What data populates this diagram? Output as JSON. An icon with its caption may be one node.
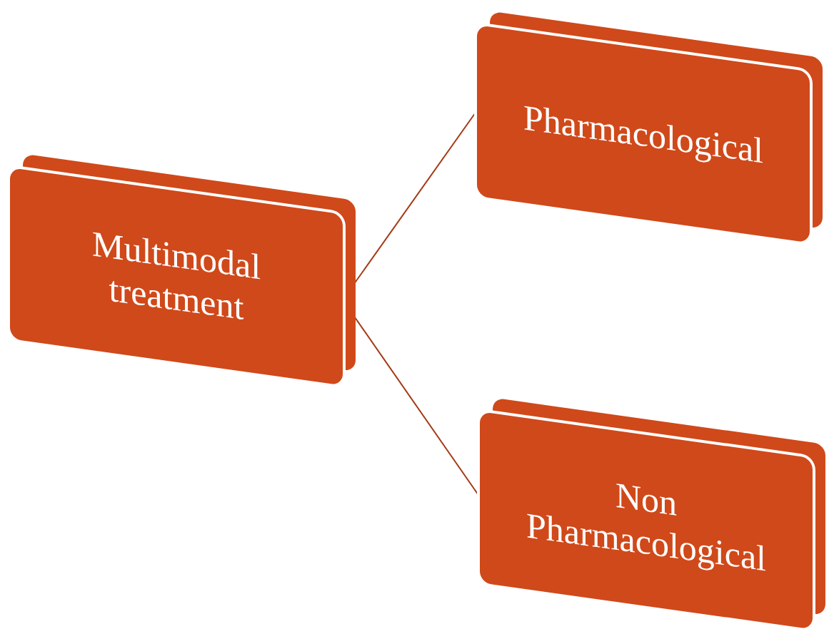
{
  "diagram": {
    "nodes": [
      {
        "text": [
          "Multimodal treatment"
        ]
      },
      {
        "text": [
          "Pharmacological"
        ]
      },
      {
        "text": [
          "Non Pharmacological"
        ]
      }
    ],
    "edges": [
      {
        "from": 0,
        "to": 1,
        "arrow": "none"
      },
      {
        "from": 0,
        "to": 2,
        "arrow": "none"
      }
    ]
  }
}
